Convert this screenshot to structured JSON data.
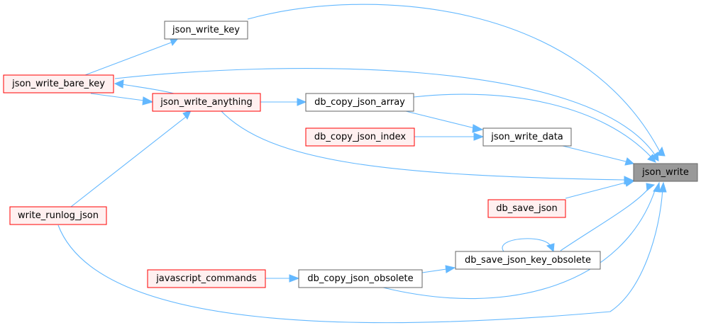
{
  "graph": {
    "nodes": {
      "json_write": "json_write",
      "json_write_key": "json_write_key",
      "json_write_bare_key": "json_write_bare_key",
      "json_write_anything": "json_write_anything",
      "db_copy_json_array": "db_copy_json_array",
      "db_copy_json_index": "db_copy_json_index",
      "json_write_data": "json_write_data",
      "db_save_json": "db_save_json",
      "write_runlog_json": "write_runlog_json",
      "db_save_json_key_obsolete": "db_save_json_key_obsolete",
      "javascript_commands": "javascript_commands",
      "db_copy_json_obsolete": "db_copy_json_obsolete"
    },
    "colors": {
      "edge": "#63b8ff",
      "root_fill": "#999999",
      "caller_red_border": "#ff0000",
      "caller_red_fill": "#fff0f0",
      "caller_plain_border": "#666666"
    }
  }
}
